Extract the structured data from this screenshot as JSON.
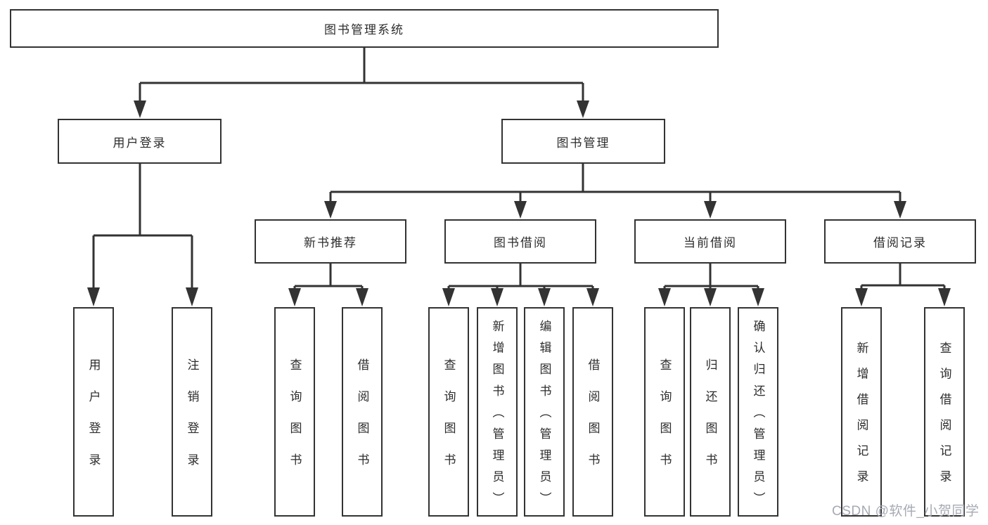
{
  "diagram": {
    "title": "图书管理系统",
    "branches": [
      {
        "label": "用户登录",
        "children": [
          {
            "label": "用户登录"
          },
          {
            "label": "注销登录"
          }
        ]
      },
      {
        "label": "图书管理",
        "children": [
          {
            "label": "新书推荐",
            "children": [
              {
                "label": "查询图书"
              },
              {
                "label": "借阅图书"
              }
            ]
          },
          {
            "label": "图书借阅",
            "children": [
              {
                "label": "查询图书"
              },
              {
                "label": "新增图书（管理员）"
              },
              {
                "label": "编辑图书（管理员）"
              },
              {
                "label": "借阅图书"
              }
            ]
          },
          {
            "label": "当前借阅",
            "children": [
              {
                "label": "查询图书"
              },
              {
                "label": "归还图书"
              },
              {
                "label": "确认归还（管理员）"
              }
            ]
          },
          {
            "label": "借阅记录",
            "children": [
              {
                "label": "新增借阅记录"
              },
              {
                "label": "查询借阅记录"
              }
            ]
          }
        ]
      }
    ]
  },
  "watermark": {
    "text": "CSDN @软件_小贺同学"
  },
  "colors": {
    "line": "#333333",
    "text": "#2d2d2d",
    "watermark": "#a6abb3",
    "background": "#ffffff"
  }
}
